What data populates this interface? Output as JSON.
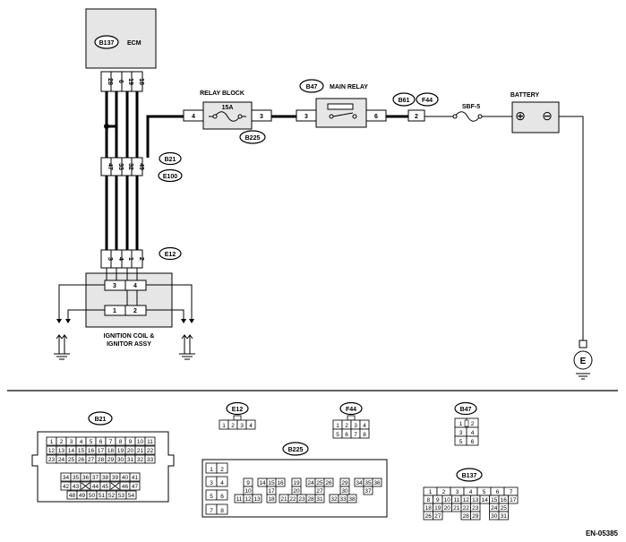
{
  "connectors": {
    "ecm_code": "B137",
    "ecm_name": "ECM",
    "ecm_pins": [
      "28",
      "6",
      "19",
      "18"
    ],
    "b21_code": "B21",
    "e100_code": "E100",
    "b21_pins": [
      "47",
      "33",
      "32",
      "49"
    ],
    "e12_code": "E12",
    "e12_pins": [
      "3",
      "4",
      "1",
      "2"
    ],
    "coil_pins_top": [
      "3",
      "4"
    ],
    "coil_pins_bottom": [
      "1",
      "2"
    ],
    "coil_label_1": "IGNITION COIL &",
    "coil_label_2": "IGNITOR ASSY",
    "relay_block_label": "RELAY BLOCK",
    "relay_block_code": "B225",
    "fuse_label": "15A",
    "relay_block_pin_in": "4",
    "relay_block_pin_out": "3",
    "main_relay_code": "B47",
    "main_relay_label": "MAIN RELAY",
    "main_relay_pin_in": "3",
    "main_relay_pin_out": "6",
    "b61_code": "B61",
    "f44_code": "F44",
    "f44_pin": "2",
    "sbf_label": "SBF-5",
    "battery_label": "BATTERY",
    "battery_plus": "⊕",
    "battery_minus": "⊖",
    "ground_label": "E"
  },
  "legend": {
    "b21": {
      "code": "B21",
      "rows": [
        [
          "1",
          "2",
          "3",
          "4",
          "5",
          "6",
          "7",
          "8",
          "9",
          "10",
          "11"
        ],
        [
          "12",
          "13",
          "14",
          "15",
          "16",
          "17",
          "18",
          "19",
          "20",
          "21",
          "22"
        ],
        [
          "23",
          "24",
          "25",
          "26",
          "27",
          "28",
          "29",
          "30",
          "31",
          "32",
          "33"
        ],
        [
          "34",
          "35",
          "36",
          "37",
          "38",
          "39",
          "40",
          "41"
        ],
        [
          "42",
          "43",
          "",
          "44",
          "45",
          "",
          "46",
          "47"
        ],
        [
          "48",
          "49",
          "50",
          "51",
          "52",
          "53",
          "54"
        ]
      ]
    },
    "e12": {
      "code": "E12",
      "cells": [
        "1",
        "2",
        "3",
        "4"
      ]
    },
    "f44": {
      "code": "F44",
      "rows": [
        [
          "1",
          "2",
          "3",
          "4"
        ],
        [
          "5",
          "6",
          "7",
          "8"
        ]
      ]
    },
    "b47": {
      "code": "B47",
      "rows": [
        [
          "1",
          "2"
        ],
        [
          "3",
          "4"
        ],
        [
          "5",
          "6"
        ]
      ]
    },
    "b225": {
      "code": "B225",
      "left": [
        [
          "1",
          "2"
        ],
        [
          "3",
          "4"
        ],
        [
          "5",
          "6"
        ],
        [
          "7",
          "8"
        ]
      ],
      "mid_top": [
        "9",
        "14",
        "15",
        "16",
        "19",
        "24",
        "25",
        "26",
        "29",
        "34",
        "35",
        "36"
      ],
      "mid_mid": [
        "10",
        "17",
        "20",
        "27",
        "30",
        "37"
      ],
      "mid_bot": [
        "11",
        "12",
        "13",
        "18",
        "21",
        "22",
        "23",
        "28",
        "31",
        "32",
        "33",
        "38"
      ]
    },
    "b137": {
      "code": "B137",
      "rows": [
        [
          "1",
          "2",
          "3",
          "4",
          "5",
          "6",
          "7"
        ],
        [
          "8",
          "9",
          "10",
          "11",
          "12",
          "13",
          "14",
          "15",
          "16",
          "17"
        ],
        [
          "18",
          "19",
          "20",
          "21",
          "22",
          "23",
          "24",
          "25"
        ],
        [
          "26",
          "27",
          "28",
          "29",
          "30",
          "31"
        ]
      ]
    }
  },
  "footer_code": "EN-05385"
}
